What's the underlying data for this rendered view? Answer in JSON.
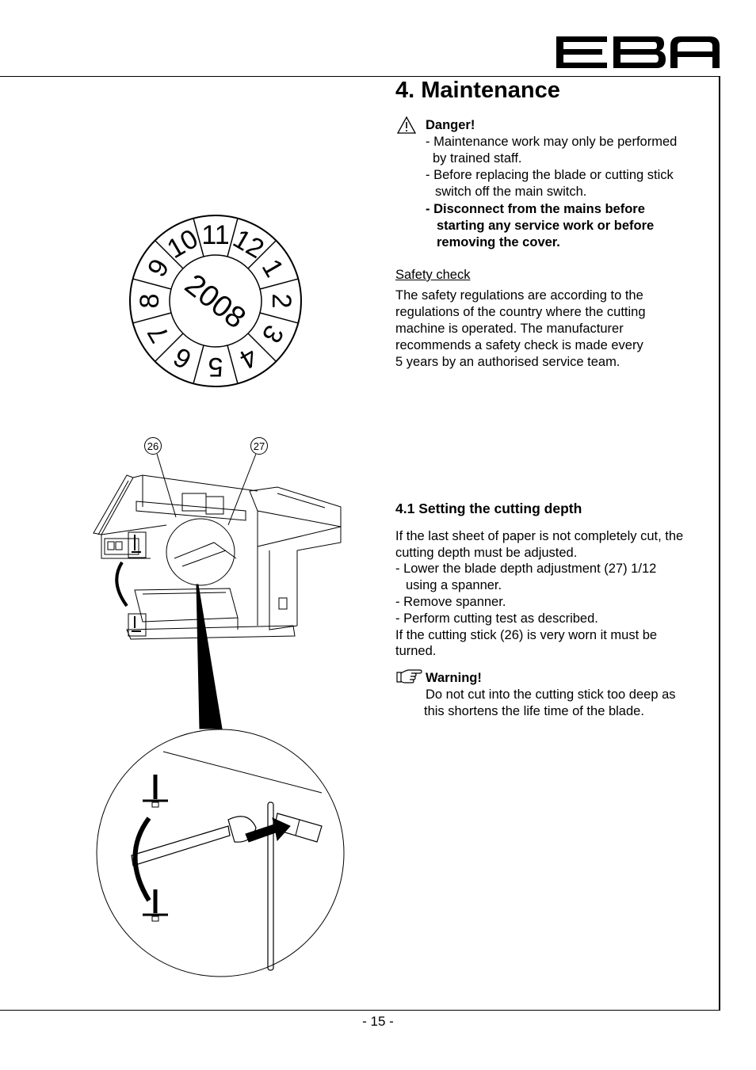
{
  "brand": {
    "logo_text": "EBA"
  },
  "section": {
    "title": "4. Maintenance"
  },
  "danger": {
    "heading": "Danger!",
    "line1": "- Maintenance work may only be performed",
    "line2": "by trained staff.",
    "line3": "- Before replacing the blade or cutting stick",
    "line4": "switch off the main switch.",
    "line5": "- Disconnect from the mains before",
    "line6": "starting any service work or before",
    "line7": "removing the cover."
  },
  "safety": {
    "heading": "Safety check",
    "lines": [
      "The safety regulations are according to the",
      "regulations of the country where the cutting",
      "machine is operated. The manufacturer",
      "recommends a safety check is made every",
      "5 years by an authorised service team."
    ]
  },
  "cutting_depth": {
    "title": "4.1 Setting the cutting depth",
    "lines": [
      "If the last sheet of paper is not completely cut, the",
      "cutting depth must be adjusted.",
      "-  Lower the blade depth adjustment (27) 1/12",
      "using a spanner.",
      "-  Remove spanner.",
      "-  Perform cutting test as described.",
      "If the cutting stick (26) is very worn it must be",
      "turned."
    ]
  },
  "warning": {
    "heading": "Warning!",
    "line1": "Do not cut into the cutting stick too deep as",
    "line2": "this shortens the life time of the blade."
  },
  "inspection_seal": {
    "year": "2008",
    "months": [
      "1",
      "2",
      "3",
      "4",
      "5",
      "6",
      "7",
      "8",
      "9",
      "10",
      "11",
      "12"
    ]
  },
  "figure": {
    "callout_left": "26",
    "callout_right": "27"
  },
  "footer": {
    "page_number": "- 15 -"
  },
  "icons": [
    "warning-triangle-icon",
    "pointing-hand-icon"
  ]
}
